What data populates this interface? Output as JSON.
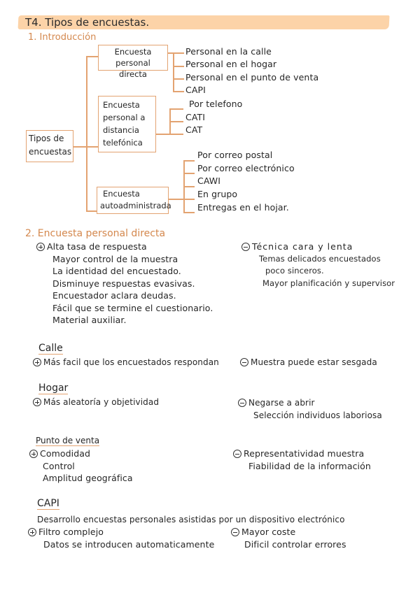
{
  "header": {
    "title": "T4. Tipos de encuestas.",
    "highlight_color": "#fcd3a8",
    "accent_color": "#d4884e"
  },
  "section1": {
    "title": "1. Introducción",
    "root": "Tipos de encuestas",
    "branches": [
      {
        "label_lines": [
          "Encuesta personal",
          "directa"
        ],
        "items": [
          "Personal en la calle",
          "Personal en el hogar",
          "Personal en el punto de venta",
          "CAPI"
        ]
      },
      {
        "label_lines": [
          "Encuesta",
          "personal a",
          "distancia",
          "telefónica"
        ],
        "items": [
          "Por telefono",
          "CATI",
          "CAT"
        ]
      },
      {
        "label_lines": [
          "Encuesta",
          "autoadministrada"
        ],
        "items": [
          "Por correo postal",
          "Por correo electrónico",
          "CAWI",
          "En grupo",
          "Entregas en el hojar."
        ]
      }
    ]
  },
  "section2": {
    "title": "2. Encuesta personal directa",
    "pros": [
      "Alta tasa de respuesta",
      "Mayor control de la muestra",
      "La identidad del encuestado.",
      "Disminuye respuestas evasivas.",
      "Encuestador aclara deudas.",
      "Fácil que se termine el cuestionario.",
      "Material auxiliar."
    ],
    "cons": [
      "Técnica cara y lenta",
      "Temas delicados encuestados",
      "poco sinceros.",
      "Mayor planificación y supervisor"
    ],
    "subsections": [
      {
        "heading": "Calle",
        "pros": [
          "Más facil que los encuestados respondan"
        ],
        "cons": [
          "Muestra puede estar sesgada"
        ]
      },
      {
        "heading": "Hogar",
        "pros": [
          "Más aleatoría y objetividad"
        ],
        "cons": [
          "Negarse a abrir",
          "Selección individuos laboriosa"
        ]
      },
      {
        "heading": "Punto de venta",
        "pros": [
          "Comodidad",
          "Control",
          "Amplitud geográfica"
        ],
        "cons": [
          "Representatividad muestra",
          "Fiabilidad de la información"
        ]
      },
      {
        "heading": "CAPI",
        "description": "Desarrollo encuestas personales asistidas por un dispositivo electrónico",
        "pros": [
          "Filtro complejo",
          "Datos se introducen automaticamente"
        ],
        "cons": [
          "Mayor coste",
          "Dificil controlar errores"
        ]
      }
    ]
  }
}
